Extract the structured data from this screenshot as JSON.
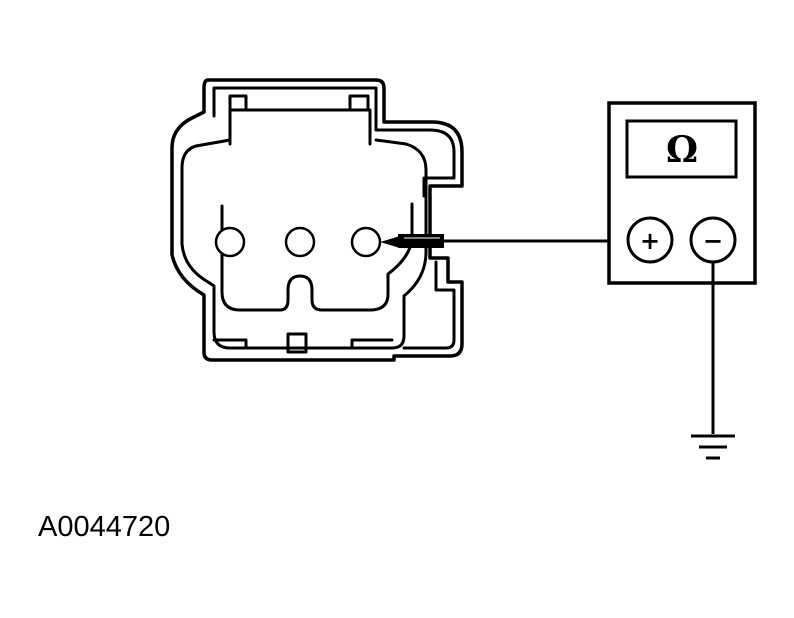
{
  "figure": {
    "id": "A0044720"
  },
  "meter": {
    "symbol": "Ω",
    "positive_label": "+",
    "negative_label": "−"
  },
  "connector": {
    "pin_count": 3
  },
  "colors": {
    "line": "#000000",
    "background": "#ffffff"
  }
}
